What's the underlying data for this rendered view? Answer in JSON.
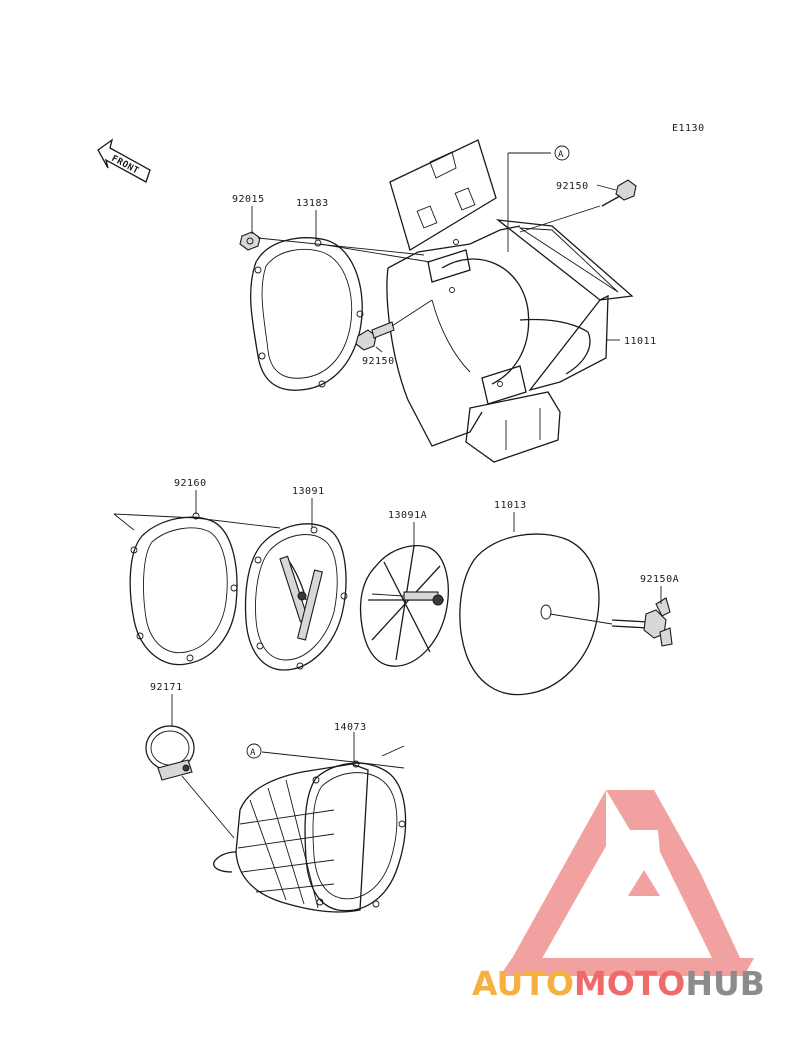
{
  "diagram": {
    "code": "E1130",
    "front_label": "FRONT",
    "ref_marker": "A"
  },
  "parts": {
    "p92015": "92015",
    "p13183": "13183",
    "p92150_top": "92150",
    "p11011": "11011",
    "p92150_mid": "92150",
    "p92160": "92160",
    "p13091": "13091",
    "p13091A": "13091A",
    "p11013": "11013",
    "p92150A": "92150A",
    "p92171": "92171",
    "p14073": "14073"
  },
  "watermark": {
    "part1": "AUTO",
    "part2": "MOTO",
    "part3": "HUB",
    "colors": {
      "orange": "#f5b041",
      "red": "#ef6b6b",
      "gray": "#8c8c8c",
      "logo": "#f08a8a"
    }
  }
}
